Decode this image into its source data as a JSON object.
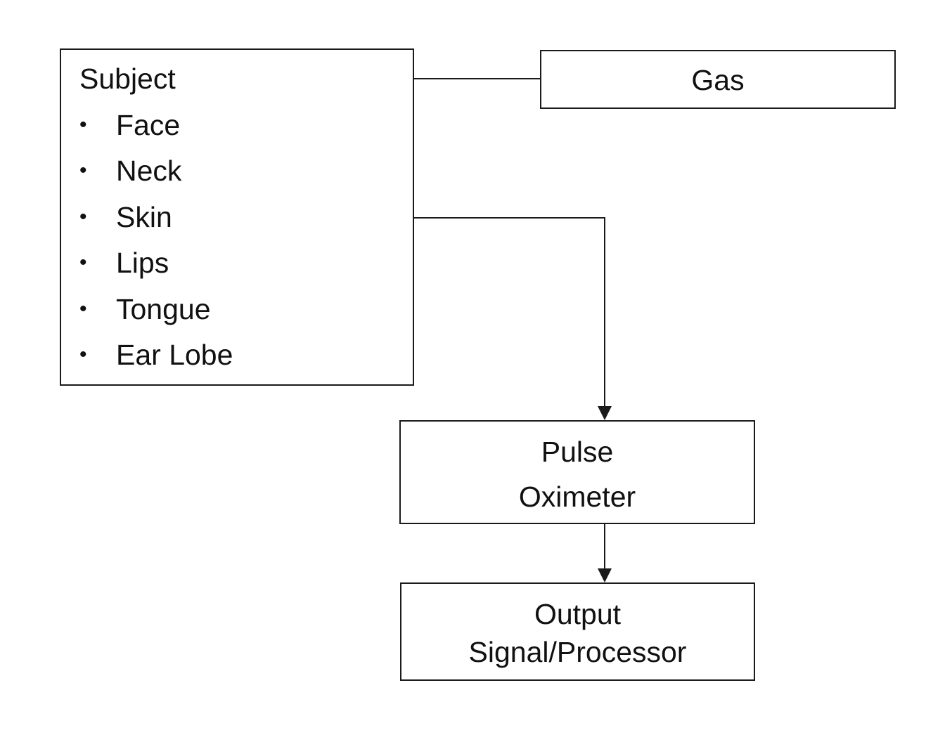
{
  "subject": {
    "title": "Subject",
    "items": [
      {
        "bullet": "•",
        "label": "Face"
      },
      {
        "bullet": "•",
        "label": "Neck"
      },
      {
        "bullet": "•",
        "label": "Skin"
      },
      {
        "bullet": "•",
        "label": "Lips"
      },
      {
        "bullet": "•",
        "label": "Tongue"
      },
      {
        "bullet": "•",
        "label": "Ear Lobe"
      }
    ]
  },
  "gas": {
    "label": "Gas"
  },
  "pulse_oximeter": {
    "line1": "Pulse",
    "line2": "Oximeter"
  },
  "output": {
    "line1": "Output",
    "line2": "Signal/Processor"
  },
  "colors": {
    "line": "#1a1a1a",
    "text": "#111111",
    "background": "#ffffff"
  }
}
